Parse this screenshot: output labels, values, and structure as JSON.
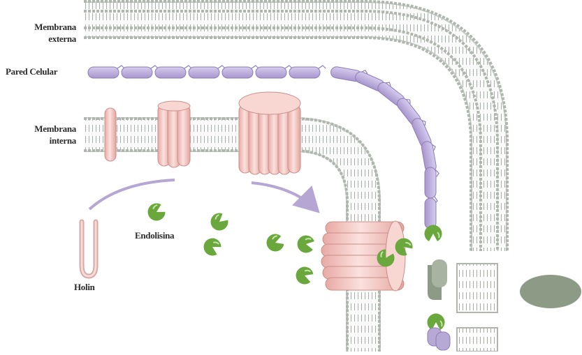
{
  "labels": {
    "outer_membrane": [
      "Membrana",
      "externa"
    ],
    "cell_wall": "Pared Celular",
    "inner_membrane": [
      "Membrana",
      "interna"
    ],
    "endolysin": "Endolisina",
    "holin": "Holin"
  },
  "colors": {
    "membrane_head": "#d8dcd8",
    "membrane_line": "#9aa39a",
    "cell_wall": "#b7a9d6",
    "cell_wall_edge": "#8c7db5",
    "holin": "#f2c4c0",
    "holin_edge": "#c98f8a",
    "endolysin": "#6aa83e",
    "endolysin_light": "#c9e4a8",
    "debris": "#8d9b86",
    "arrow": "#b6a6d3"
  },
  "icons": {
    "endolysin": "pacman-enzyme-icon",
    "holin": "u-shaped-holin-icon",
    "hole": "holin-pore-icon"
  }
}
